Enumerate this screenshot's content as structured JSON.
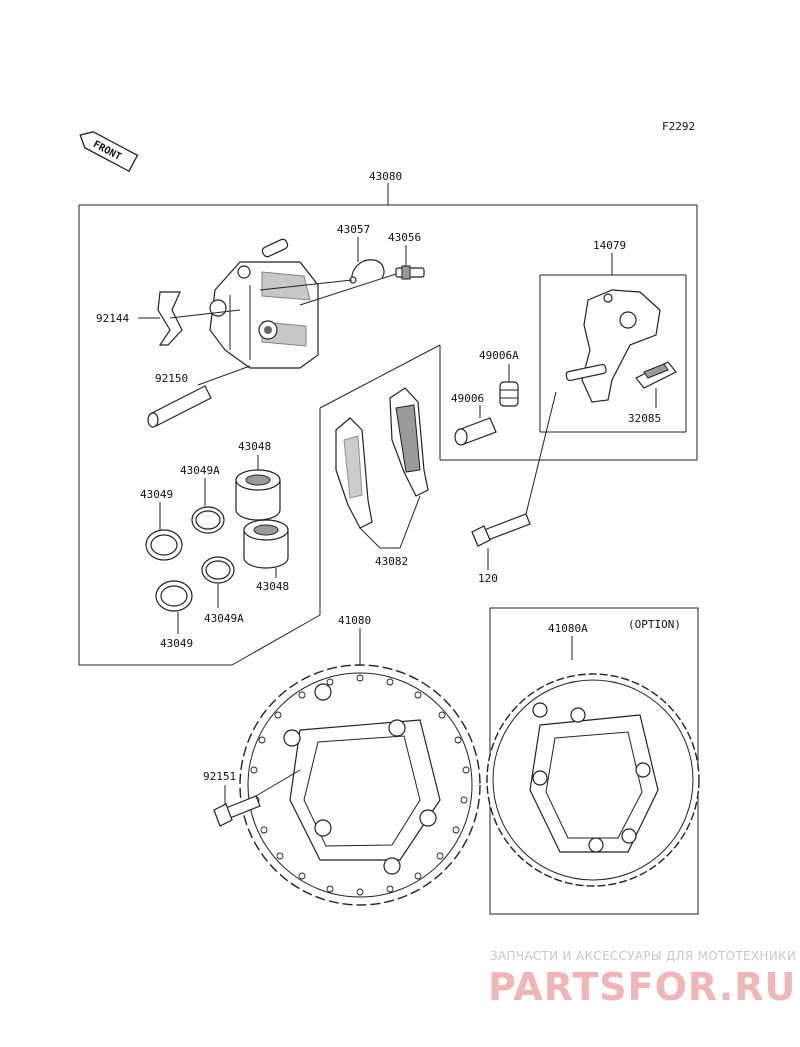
{
  "figure_code": "F2292",
  "front_label": "FRONT",
  "option_label": "(OPTION)",
  "callouts": {
    "assembly": "43080",
    "c43057": "43057",
    "c43056": "43056",
    "c92144": "92144",
    "c92150": "92150",
    "c43048a": "43048",
    "c43049a_top": "43049A",
    "c43049_top": "43049",
    "c43048b": "43048",
    "c43049a_bot": "43049A",
    "c43049_bot": "43049",
    "c43082": "43082",
    "c14079": "14079",
    "c49006a": "49006A",
    "c49006": "49006",
    "c32085": "32085",
    "c120": "120",
    "c41080": "41080",
    "c41080a": "41080A",
    "c92151": "92151"
  },
  "watermark": {
    "tagline": "ЗАПЧАСТИ И АКСЕССУАРЫ ДЛЯ МОТОТЕХНИКИ",
    "logo": "PARTSFOR.RU"
  }
}
